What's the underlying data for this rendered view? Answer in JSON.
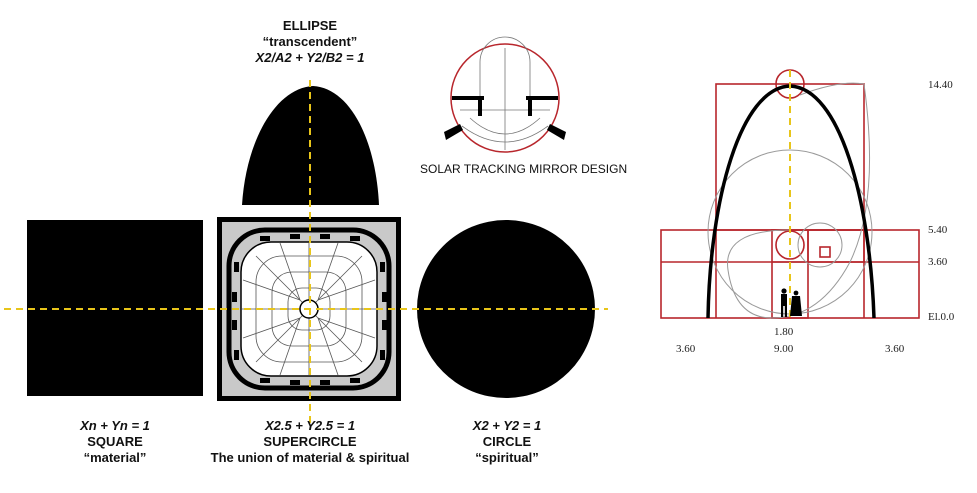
{
  "ellipse": {
    "name": "ELLIPSE",
    "meaning": "“transcendent”",
    "formula": "X2/A2 + Y2/B2 = 1"
  },
  "solar": {
    "caption": "SOLAR TRACKING MIRROR DESIGN"
  },
  "square": {
    "formula": "Xn + Yn = 1",
    "name": "SQUARE",
    "meaning": "“material”"
  },
  "supercircle": {
    "formula": "X2.5 + Y2.5 = 1",
    "name": "SUPERCIRCLE",
    "meaning": "The union of material & spiritual"
  },
  "circle": {
    "formula": "X2 + Y2 = 1",
    "name": "CIRCLE",
    "meaning": "“spiritual”"
  },
  "elevation": {
    "levels": [
      "14.40",
      "5.40",
      "3.60",
      "El.0.0"
    ],
    "bottom_dims": [
      "1.80",
      "3.60",
      "9.00",
      "3.60"
    ]
  },
  "colors": {
    "shape_fill": "#000000",
    "axis_dash": "#e8c51a",
    "grid_red": "#b8262c",
    "supercircle_bg": "#c9c9c9",
    "guide_grey": "#9a9a9a"
  }
}
